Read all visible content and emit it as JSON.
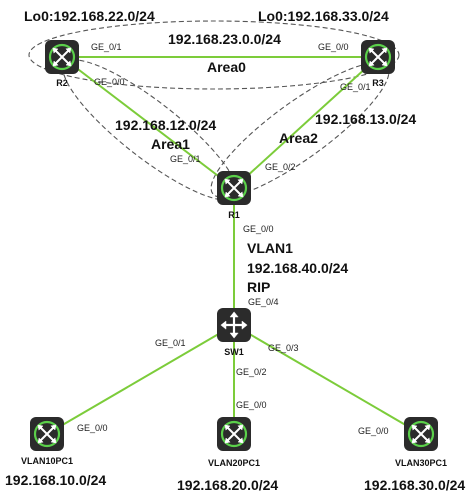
{
  "colors": {
    "link": "#7ccc3a",
    "device_body": "#2b2b2b",
    "device_ring": "#5bd04a",
    "area_outline": "#555555"
  },
  "devices": {
    "r2": {
      "name": "R2",
      "icon": "router-icon"
    },
    "r3": {
      "name": "R3",
      "icon": "router-icon"
    },
    "r1": {
      "name": "R1",
      "icon": "router-icon"
    },
    "sw1": {
      "name": "SW1",
      "icon": "switch-icon"
    },
    "pc1": {
      "name": "VLAN10PC1",
      "icon": "pc-icon"
    },
    "pc2": {
      "name": "VLAN20PC1",
      "icon": "pc-icon"
    },
    "pc3": {
      "name": "VLAN30PC1",
      "icon": "pc-icon"
    }
  },
  "networks": {
    "r2_loopback": "Lo0:192.168.22.0/24",
    "r3_loopback": "Lo0:192.168.33.0/24",
    "r2_r3": "192.168.23.0.0/24",
    "r1_r2": "192.168.12.0/24",
    "r1_r3": "192.168.13.0/24",
    "vlan1": "VLAN1",
    "vlan1_net": "192.168.40.0/24",
    "protocol": "RIP",
    "vlan10": "192.168.10.0/24",
    "vlan20": "192.168.20.0/24",
    "vlan30": "192.168.30.0/24"
  },
  "areas": {
    "area0": "Area0",
    "area1": "Area1",
    "area2": "Area2"
  },
  "ports": {
    "r2_to_r3": "GE_0/1",
    "r3_to_r2": "GE_0/0",
    "r2_to_r1": "GE_0/0",
    "r3_to_r1": "GE_0/1",
    "r1_to_r2": "GE_0/1",
    "r1_to_r3": "GE_0/2",
    "r1_to_sw": "GE_0/0",
    "sw_to_r1": "GE_0/4",
    "sw_to_pc1": "GE_0/1",
    "sw_to_pc2": "GE_0/2",
    "sw_to_pc3": "GE_0/3",
    "pc1_port": "GE_0/0",
    "pc2_port": "GE_0/0",
    "pc3_port": "GE_0/0"
  }
}
